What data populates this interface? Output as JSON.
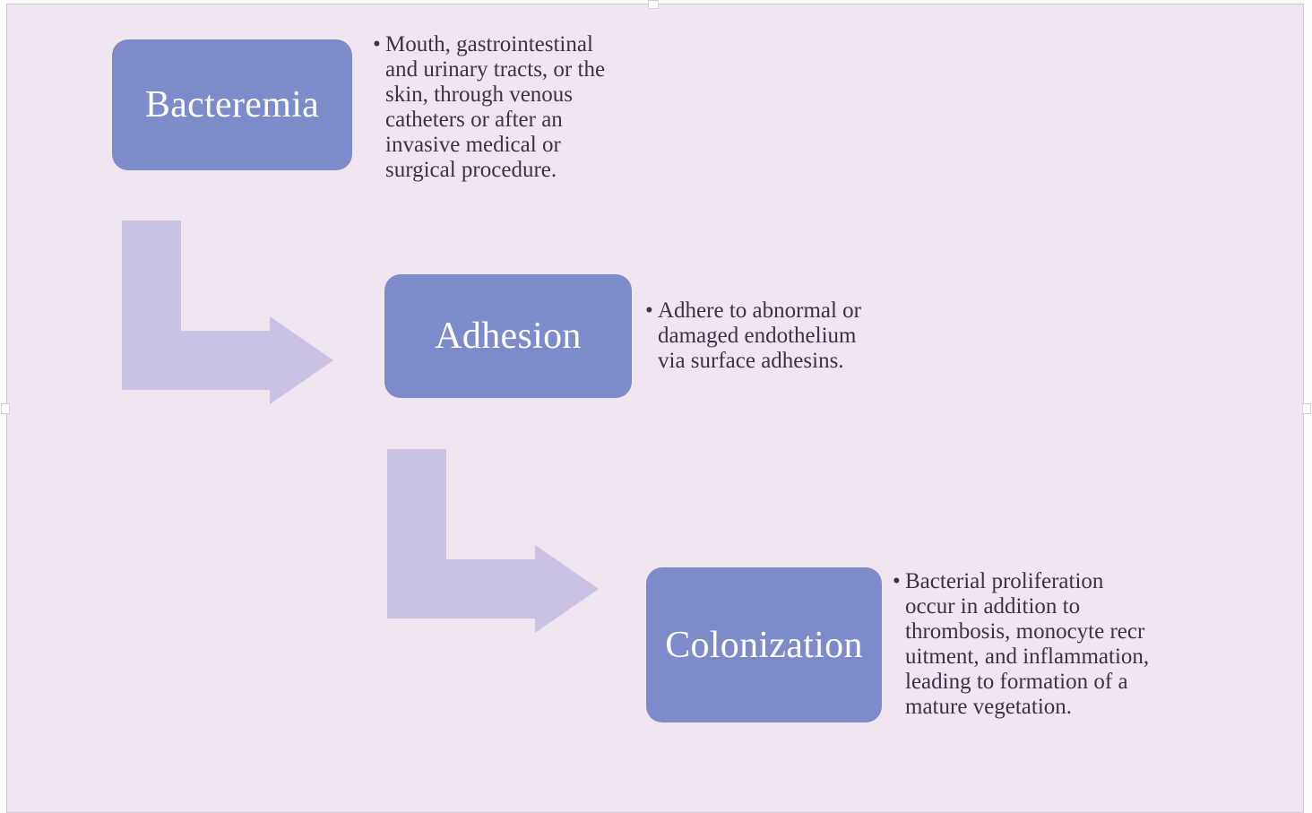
{
  "diagram": {
    "steps": [
      {
        "title": "Bacteremia",
        "description": "Mouth, gastrointestinal\nand urinary tracts, or the\nskin, through venous\ncatheters or after an\ninvasive medical or\nsurgical procedure."
      },
      {
        "title": "Adhesion",
        "description": "Adhere to abnormal or\ndamaged endothelium\nvia surface adhesins."
      },
      {
        "title": "Colonization",
        "description": "Bacterial proliferation\noccur in addition to\nthrombosis, monocyte recr\nuitment, and inflammation,\nleading to formation of a\nmature vegetation."
      }
    ],
    "bullet_glyph": "•"
  },
  "colors": {
    "background": "#f1e5f2",
    "box_fill": "#7e8bcb",
    "arrow_fill": "#c9c2e1",
    "box_text": "#ffffff",
    "body_text": "#3a3346"
  }
}
